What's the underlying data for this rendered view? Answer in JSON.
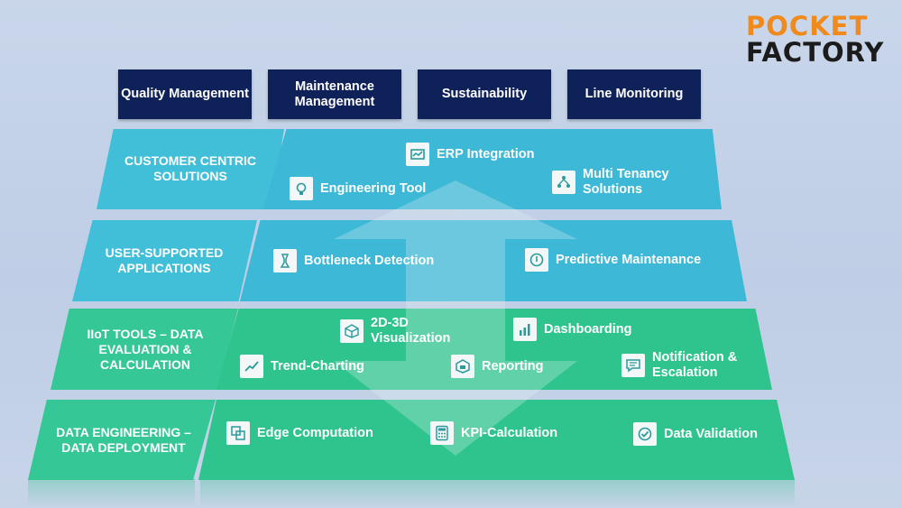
{
  "logo": {
    "line1": "POCKET",
    "line2": "FACTORY"
  },
  "columns": [
    {
      "label": "Quality Management"
    },
    {
      "label": "Maintenance Management"
    },
    {
      "label": "Sustainability"
    },
    {
      "label": "Line Monitoring"
    }
  ],
  "rows": {
    "customer": {
      "label": "CUSTOMER CENTRIC SOLUTIONS",
      "items": [
        "ERP Integration",
        "Engineering Tool",
        "Multi Tenancy Solutions"
      ]
    },
    "user": {
      "label": "USER-SUPPORTED APPLICATIONS",
      "items": [
        "Bottleneck Detection",
        "Predictive Maintenance"
      ]
    },
    "iiot": {
      "label": "IIoT TOOLS – DATA EVALUATION & CALCULATION",
      "items": [
        "2D-3D Visualization",
        "Dashboarding",
        "Trend-Charting",
        "Reporting",
        "Notification & Escalation"
      ]
    },
    "data": {
      "label": "DATA ENGINEERING – DATA DEPLOYMENT",
      "items": [
        "Edge Computation",
        "KPI-Calculation",
        "Data Validation"
      ]
    }
  },
  "colors": {
    "navy": "#0f2159",
    "teal": "#41bed8",
    "green": "#35c795",
    "orange": "#f08a1c"
  }
}
